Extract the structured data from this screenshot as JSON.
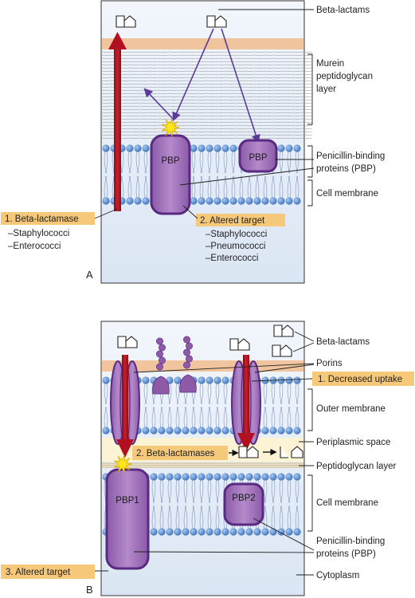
{
  "colors": {
    "panel_bg": "#e9eff8",
    "peach": "#f0c49d",
    "periplasm": "#fbf3d3",
    "head_blue": "#4f86cc",
    "protein": "#9a6bb6",
    "protein_stroke": "#5a2a82",
    "arrow_red": "#b01020",
    "highlight": "#f6c97a",
    "burst": "#ffe51a"
  },
  "panel_a": {
    "letter": "A",
    "labels": {
      "beta_lactams": "Beta-lactams",
      "murein_1": "Murein",
      "murein_2": "peptidoglycan",
      "murein_3": "layer",
      "pbp_1": "Penicillin-binding",
      "pbp_2": "proteins (PBP)",
      "cell_membrane": "Cell membrane"
    },
    "pbp_text": "PBP",
    "mech1": {
      "title": "1. Beta-lactamase",
      "items": [
        "–Staphylococci",
        "–Enterococci"
      ]
    },
    "mech2": {
      "title": "2. Altered target",
      "items": [
        "–Staphylococci",
        "–Pneumococci",
        "–Enterococci"
      ]
    }
  },
  "panel_b": {
    "letter": "B",
    "labels": {
      "beta_lactams": "Beta-lactams",
      "porins": "Porins",
      "outer_membrane": "Outer membrane",
      "periplasmic": "Periplasmic space",
      "peptidoglycan": "Peptidoglycan layer",
      "cell_membrane": "Cell membrane",
      "pbp_1": "Penicillin-binding",
      "pbp_2": "proteins (PBP)",
      "cytoplasm": "Cytoplasm"
    },
    "pbp1_text": "PBP1",
    "pbp2_text": "PBP2",
    "mech1": "1. Decreased uptake",
    "mech2": "2. Beta-lactamases",
    "mech3": "3. Altered target"
  }
}
